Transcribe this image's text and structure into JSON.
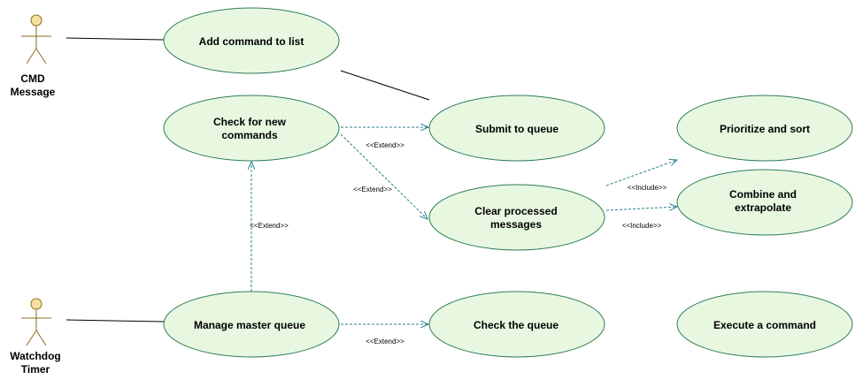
{
  "colors": {
    "usecase_fill": "#e8f8e0",
    "usecase_stroke": "#2e7d5b",
    "actor_fill": "#f5e1a4",
    "actor_stroke": "#8a6d1c",
    "dependency_line": "#2a7f8a",
    "association_line": "#000000"
  },
  "actors": {
    "cmd": {
      "line1": "CMD",
      "line2": "Message"
    },
    "watchdog": {
      "line1": "Watchdog",
      "line2": "Timer"
    }
  },
  "use_cases": {
    "add_command": {
      "line1": "Add command to list"
    },
    "check_new": {
      "line1": "Check for new",
      "line2": "commands"
    },
    "submit_queue": {
      "line1": "Submit to queue"
    },
    "clear_processed": {
      "line1": "Clear processed",
      "line2": "messages"
    },
    "prioritize": {
      "line1": "Prioritize and sort"
    },
    "combine": {
      "line1": "Combine and",
      "line2": "extrapolate"
    },
    "manage_master": {
      "line1": "Manage master queue"
    },
    "check_queue": {
      "line1": "Check the queue"
    },
    "execute": {
      "line1": "Execute a command"
    }
  },
  "relationships": {
    "extend_check_submit": "<<Extend>>",
    "extend_check_clear": "<<Extend>>",
    "extend_manage_check": "<<Extend>>",
    "extend_manage_queue": "<<Extend>>",
    "include_clear_prioritize": "<<Include>>",
    "include_clear_combine": "<<Include>>"
  }
}
